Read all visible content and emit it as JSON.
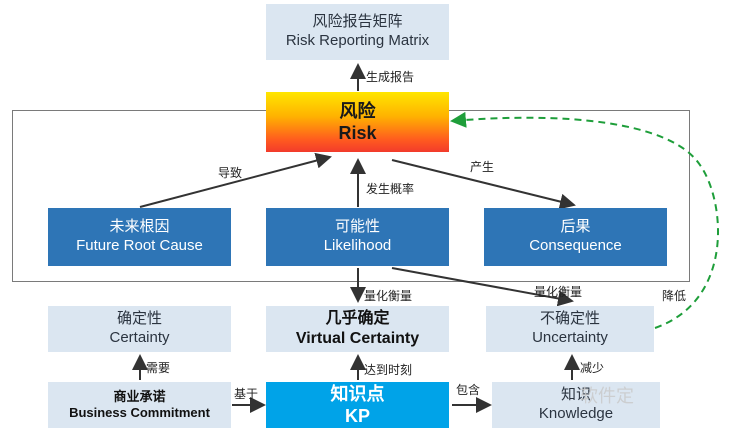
{
  "nodes": {
    "report_matrix": {
      "zh": "风险报告矩阵",
      "en": "Risk Reporting Matrix"
    },
    "risk": {
      "zh": "风险",
      "en": "Risk"
    },
    "root_cause": {
      "zh": "未来根因",
      "en": "Future Root Cause"
    },
    "likelihood": {
      "zh": "可能性",
      "en": "Likelihood"
    },
    "consequence": {
      "zh": "后果",
      "en": "Consequence"
    },
    "certainty": {
      "zh": "确定性",
      "en": "Certainty"
    },
    "virtual_certainty": {
      "zh": "几乎确定",
      "en": "Virtual Certainty"
    },
    "uncertainty": {
      "zh": "不确定性",
      "en": "Uncertainty"
    },
    "business_commitment": {
      "zh": "商业承诺",
      "en": "Business Commitment"
    },
    "kp": {
      "zh": "知识点",
      "en": "KP"
    },
    "knowledge": {
      "zh": "知识",
      "en": "Knowledge"
    }
  },
  "edge_labels": {
    "generate_report": "生成报告",
    "lead_to": "导致",
    "produce": "产生",
    "occurrence_probability": "发生概率",
    "quantify_measure_1": "量化衡量",
    "quantify_measure_2": "量化衡量",
    "reduce": "降低",
    "need": "需要",
    "reach_moment": "达到时刻",
    "decrease": "减少",
    "based_on": "基于",
    "contain": "包含"
  },
  "watermark": "软件定",
  "colors": {
    "light_box": "#dbe6f1",
    "blue_box": "#2e75b6",
    "kp_box": "#00a3e8",
    "risk_gradient_top": "#ffe600",
    "risk_gradient_bottom": "#f23b2b",
    "feedback_arrow": "#1e9e3a"
  }
}
